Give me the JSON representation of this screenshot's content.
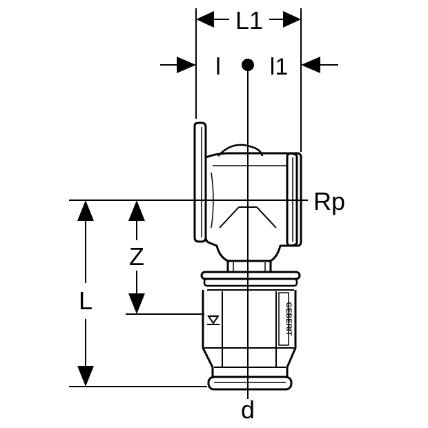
{
  "diagram": {
    "labels": {
      "L1": "L1",
      "l": "l",
      "l1": "l1",
      "Rp": "Rp",
      "Z": "Z",
      "L": "L",
      "d": "d"
    },
    "brand_text": "GEBERIT",
    "colors": {
      "line": "#000000",
      "background": "#ffffff"
    }
  }
}
